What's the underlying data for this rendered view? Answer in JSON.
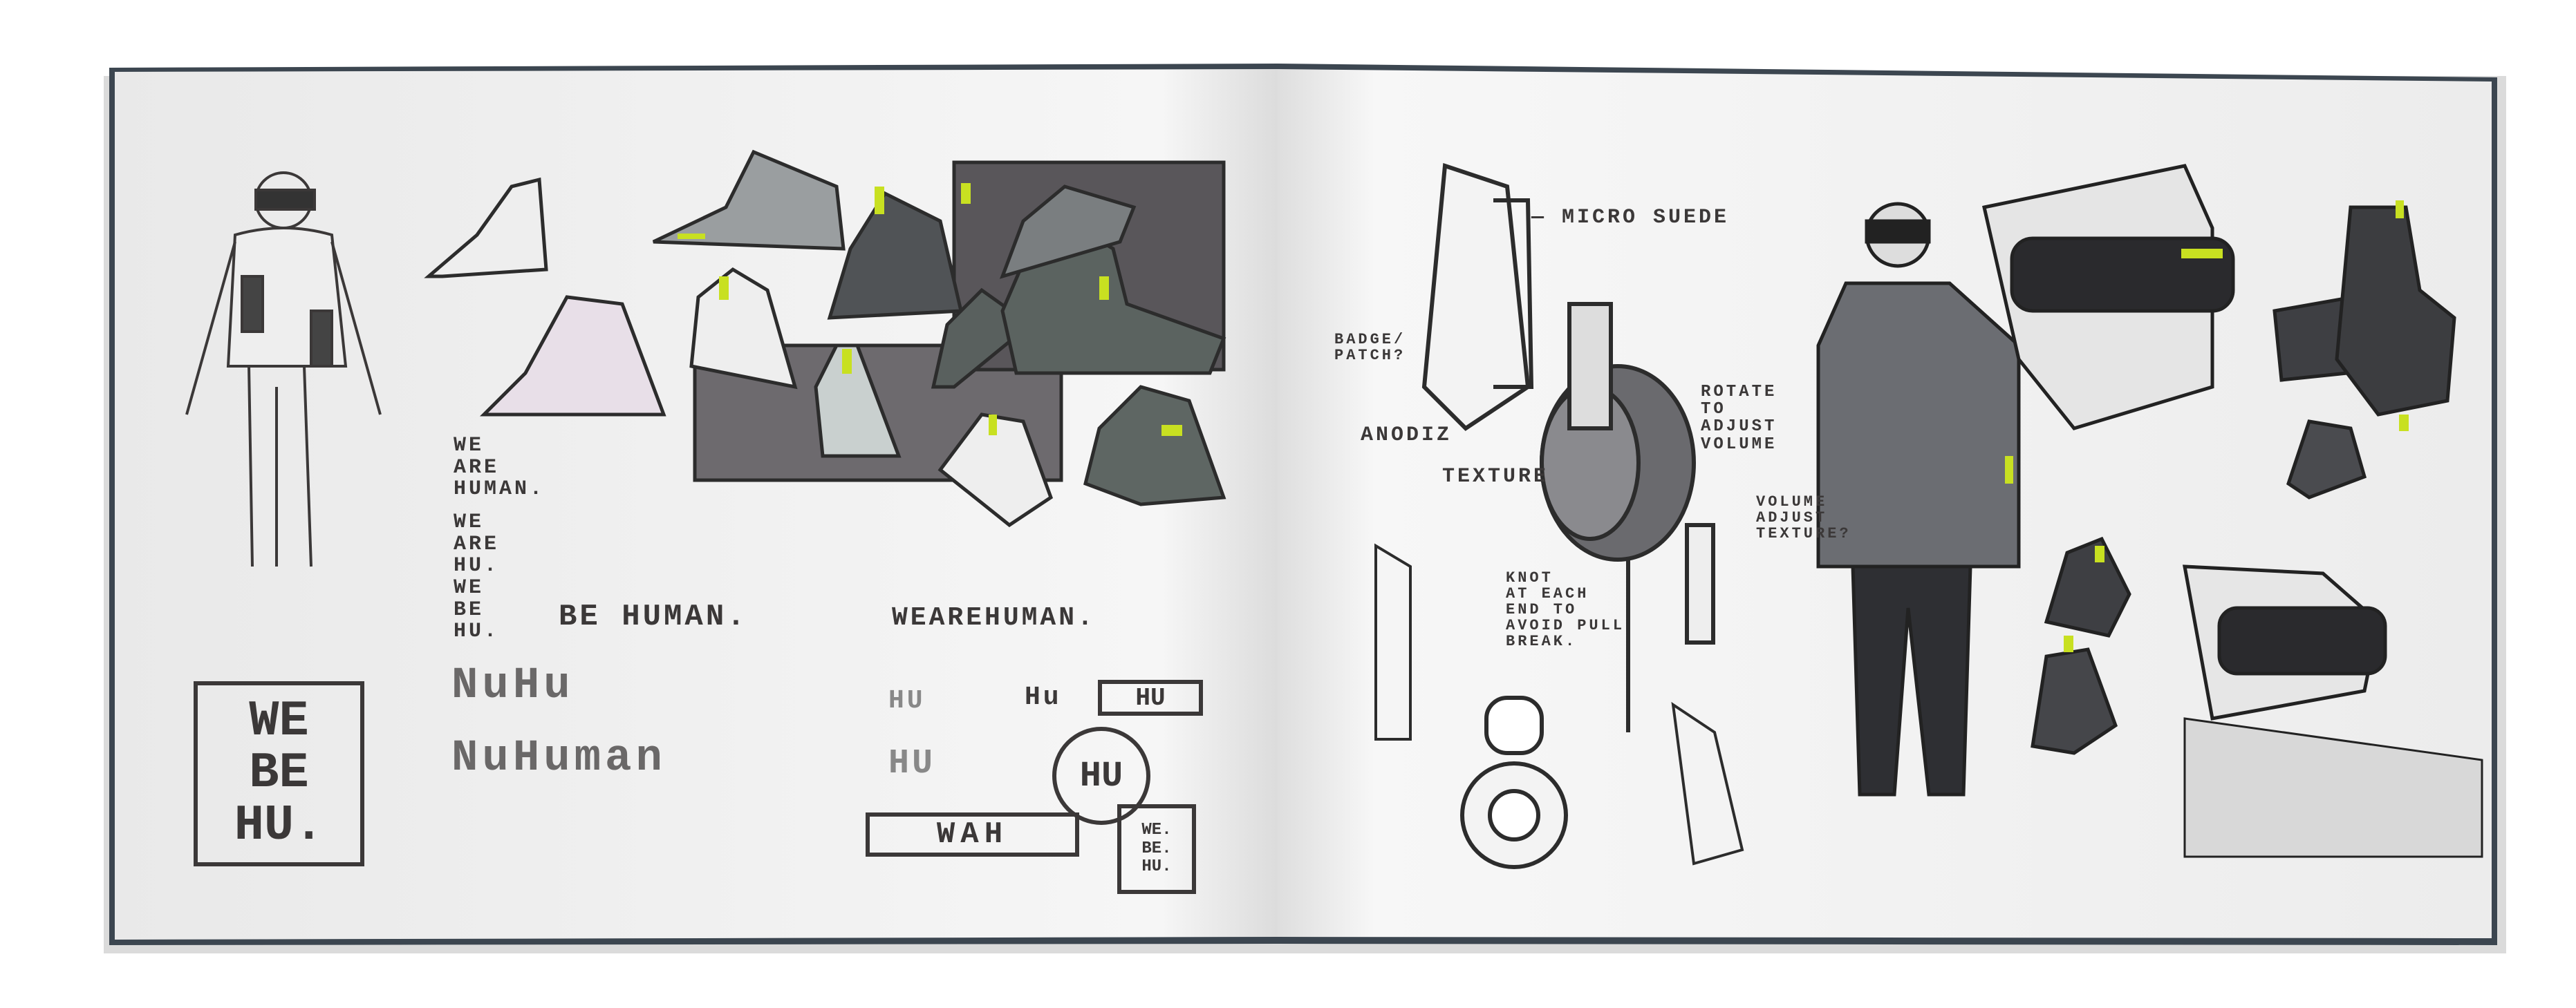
{
  "left_page": {
    "slogans": {
      "we_are_human": "WE\nARE\nHUMAN.",
      "we_are_hu": "WE\nARE\nHU.",
      "we_be_hu": "WE\nBE\nHU.",
      "be_human": "BE HUMAN.",
      "wearehuman": "WEAREHUMAN."
    },
    "logos": {
      "big_box": "WE\nBE\nHU.",
      "nuhu": "NuHu",
      "nuhuman": "NuHuman",
      "hu_small_1": "HU",
      "hu_small_2": "HU",
      "hu_small_3": "Hu",
      "hu_boxed": "HU",
      "hu_circle": "HU",
      "wah_box": "WAH",
      "small_box": "WE.\nBE.\nHU."
    }
  },
  "right_page": {
    "annotations": {
      "micro_suede": "— MICRO SUEDE",
      "badge_patch": "BADGE/\nPATCH?",
      "anodiz": "ANODIZ",
      "texture": "TEXTURE",
      "rotate": "ROTATE\nTO\nADJUST\nVOLUME",
      "volume_texture": "VOLUME\nADJUST\nTEXTURE?",
      "knot": "KNOT\nAT EACH\nEND TO\nAVOID PULL\nBREAK."
    }
  },
  "colors": {
    "ink": "#3b3838",
    "accent": "#c8e021",
    "marker_grey": "#5e5e62",
    "page": "#f2f2f2",
    "cover": "#3c4650"
  }
}
